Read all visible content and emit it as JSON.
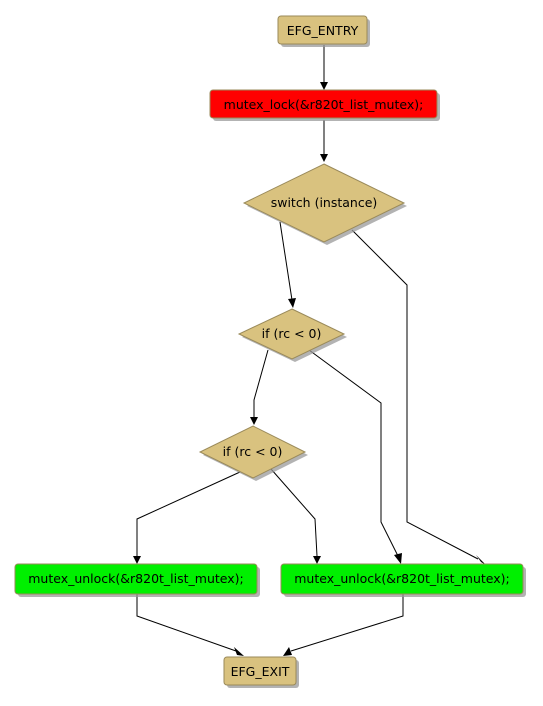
{
  "colors": {
    "tan": "#d9c27f",
    "red": "#ff0000",
    "green": "#00f000",
    "border": "#9a8a5a",
    "edge": "#000000"
  },
  "nodes": {
    "entry": "EFG_ENTRY",
    "lock": "mutex_lock(&r820t_list_mutex);",
    "switch": "switch (instance)",
    "if1": "if (rc < 0)",
    "if2": "if (rc < 0)",
    "unlock_left": "mutex_unlock(&r820t_list_mutex);",
    "unlock_right": "mutex_unlock(&r820t_list_mutex);",
    "exit": "EFG_EXIT"
  }
}
